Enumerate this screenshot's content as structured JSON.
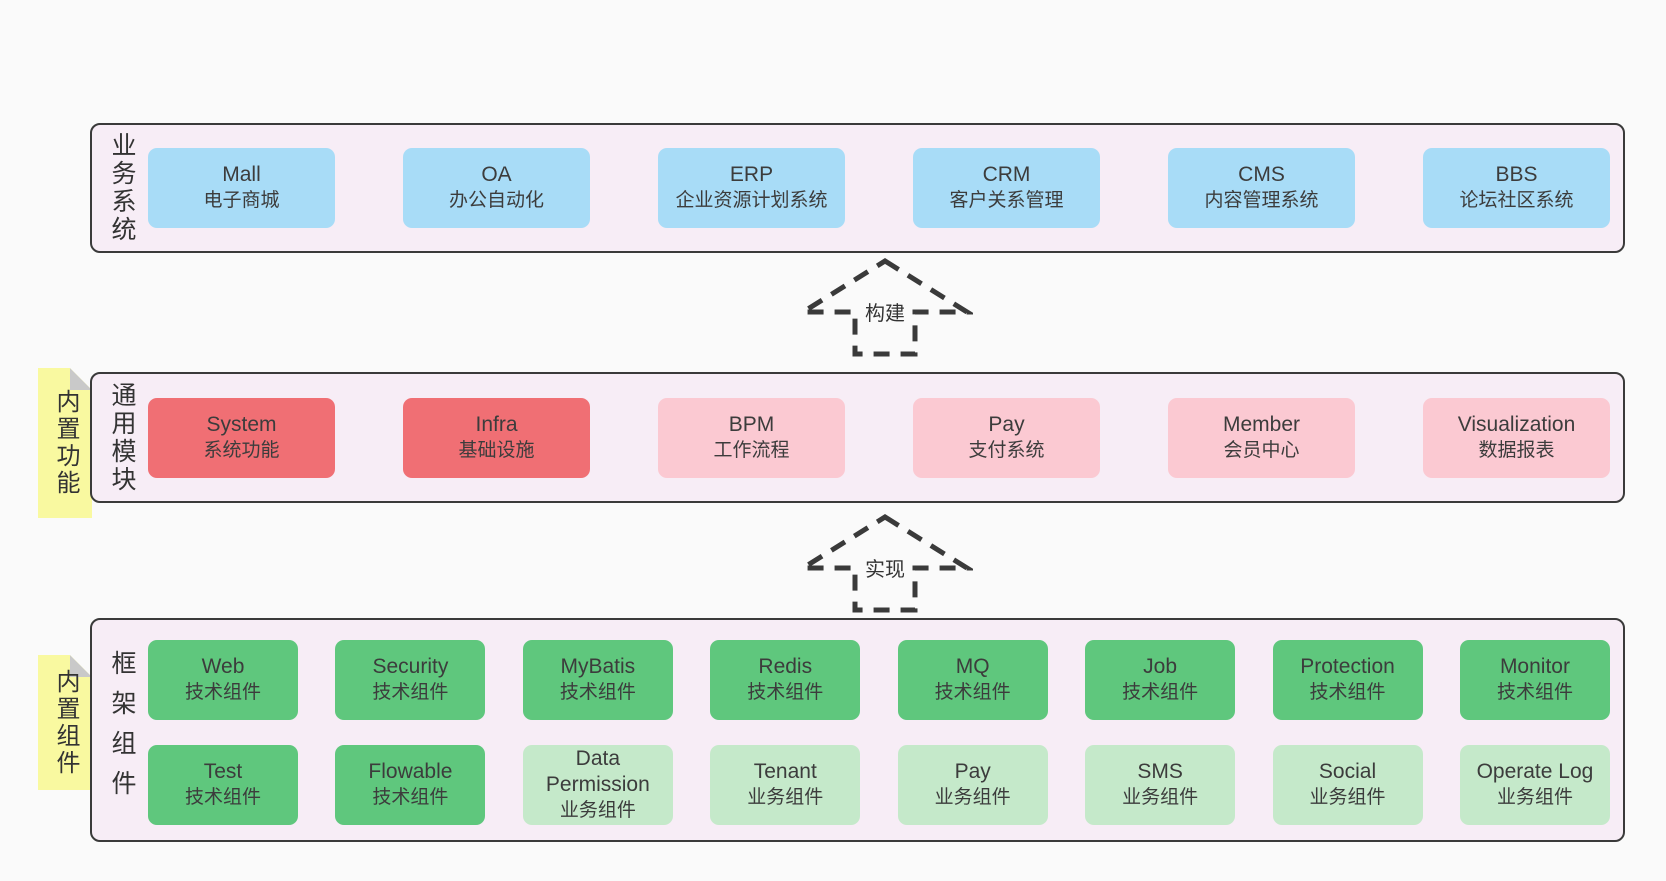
{
  "diagram": {
    "colors": {
      "page_background": "#fafafa",
      "layer_background": "#f7edf6",
      "layer_border": "#3a3a3a",
      "blue_box": "#a8dcf7",
      "red_box": "#f06f74",
      "pink_box": "#fbc9d2",
      "green_box": "#5fc77d",
      "light_green_box": "#c5e9ca",
      "yellow_tag": "#f9f9a0",
      "text": "#3c3c3c"
    },
    "arrows": [
      {
        "label": "构建"
      },
      {
        "label": "实现"
      }
    ],
    "layers": [
      {
        "side_label": "业务系统",
        "boxes": [
          {
            "en": "Mall",
            "zh": "电子商城"
          },
          {
            "en": "OA",
            "zh": "办公自动化"
          },
          {
            "en": "ERP",
            "zh": "企业资源计划系统"
          },
          {
            "en": "CRM",
            "zh": "客户关系管理"
          },
          {
            "en": "CMS",
            "zh": "内容管理系统"
          },
          {
            "en": "BBS",
            "zh": "论坛社区系统"
          }
        ]
      },
      {
        "side_label": "通用模块",
        "tag": "内置功能",
        "boxes": [
          {
            "en": "System",
            "zh": "系统功能"
          },
          {
            "en": "Infra",
            "zh": "基础设施"
          },
          {
            "en": "BPM",
            "zh": "工作流程"
          },
          {
            "en": "Pay",
            "zh": "支付系统"
          },
          {
            "en": "Member",
            "zh": "会员中心"
          },
          {
            "en": "Visualization",
            "zh": "数据报表"
          }
        ]
      },
      {
        "side_label": "框架组件",
        "tag": "内置组件",
        "rows": [
          [
            {
              "en": "Web",
              "zh": "技术组件"
            },
            {
              "en": "Security",
              "zh": "技术组件"
            },
            {
              "en": "MyBatis",
              "zh": "技术组件"
            },
            {
              "en": "Redis",
              "zh": "技术组件"
            },
            {
              "en": "MQ",
              "zh": "技术组件"
            },
            {
              "en": "Job",
              "zh": "技术组件"
            },
            {
              "en": "Protection",
              "zh": "技术组件"
            },
            {
              "en": "Monitor",
              "zh": "技术组件"
            }
          ],
          [
            {
              "en": "Test",
              "zh": "技术组件"
            },
            {
              "en": "Flowable",
              "zh": "技术组件"
            },
            {
              "en": "Data Permission",
              "zh": "业务组件"
            },
            {
              "en": "Tenant",
              "zh": "业务组件"
            },
            {
              "en": "Pay",
              "zh": "业务组件"
            },
            {
              "en": "SMS",
              "zh": "业务组件"
            },
            {
              "en": "Social",
              "zh": "业务组件"
            },
            {
              "en": "Operate Log",
              "zh": "业务组件"
            }
          ]
        ]
      }
    ]
  }
}
